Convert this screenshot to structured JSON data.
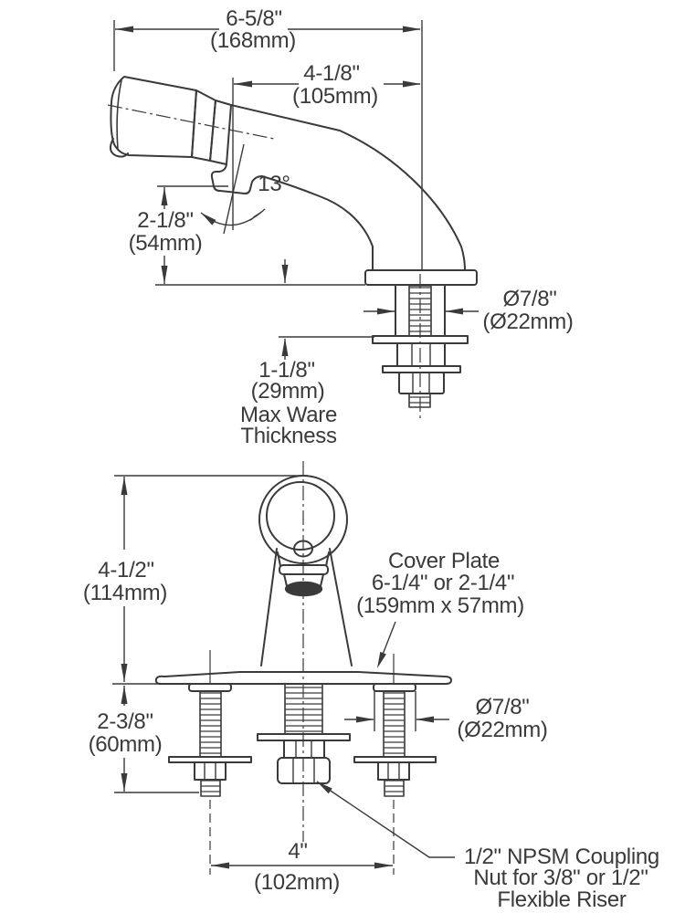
{
  "side_view": {
    "overall_width": {
      "in": "6-5/8\"",
      "mm": "(168mm)"
    },
    "spout_reach": {
      "in": "4-1/8\"",
      "mm": "(105mm)"
    },
    "spout_angle": "13°",
    "spout_height": {
      "in": "2-1/8\"",
      "mm": "(54mm)"
    },
    "shank_diameter": {
      "in": "Ø7/8\"",
      "mm": "(Ø22mm)"
    },
    "max_ware": {
      "in": "1-1/8\"",
      "mm": "(29mm)",
      "note_line1": "Max Ware",
      "note_line2": "Thickness"
    }
  },
  "front_view": {
    "overall_height": {
      "in": "4-1/2\"",
      "mm": "(114mm)"
    },
    "cover_plate": {
      "line1": "Cover Plate",
      "line2": "6-1/4\" or 2-1/4\"",
      "line3": "(159mm x 57mm)"
    },
    "below_deck_length": {
      "in": "2-3/8\"",
      "mm": "(60mm)"
    },
    "shank_diameter": {
      "in": "Ø7/8\"",
      "mm": "(Ø22mm)"
    },
    "faucet_centers": {
      "in": "4\"",
      "mm": "(102mm)"
    },
    "coupling_note": {
      "line1": "1/2\" NPSM Coupling",
      "line2": "Nut for 3/8\" or 1/2\"",
      "line3": "Flexible Riser"
    }
  },
  "colors": {
    "line": "#3a3a3a",
    "background": "#ffffff"
  }
}
